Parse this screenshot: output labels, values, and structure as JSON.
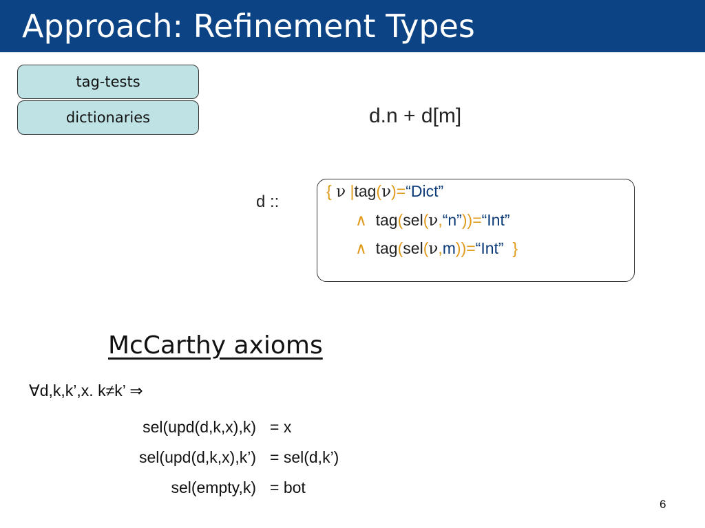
{
  "slide": {
    "title": "Approach: Refinement Types",
    "page_number": "6",
    "colors": {
      "header": "#0b4384",
      "pill_fill": "#bfe2e5",
      "accent_orange": "#e09a1a",
      "accent_blue": "#0b3a78"
    }
  },
  "pills": [
    {
      "label": "tag-tests"
    },
    {
      "label": "dictionaries"
    }
  ],
  "expression": "d.n + d[m]",
  "type_label": "d ::",
  "refinement": {
    "line1": {
      "brace_open": "{",
      "nu": "ν",
      "bar": "|",
      "fn": "tag",
      "paren_open": "(",
      "var": "ν",
      "paren_close": ")",
      "eq": "=",
      "value": "“Dict”"
    },
    "line2": {
      "and": "∧",
      "fn": "tag",
      "p1": "(",
      "sel": "sel",
      "p2": "(",
      "var": "ν",
      "comma": ",",
      "key": "“n”",
      "p3": "))",
      "eq": "=",
      "value": "“Int”"
    },
    "line3": {
      "and": "∧",
      "fn": "tag",
      "p1": "(",
      "sel": "sel",
      "p2": "(",
      "var": "ν",
      "comma": ",",
      "key": "m",
      "p3": "))",
      "eq": "=",
      "value": "“Int”",
      "brace_close": "}"
    }
  },
  "axioms": {
    "heading": "McCarthy axioms",
    "quantifier": "∀d,k,k’,x. k≠k’ ⇒",
    "rows": [
      {
        "lhs": "sel(upd(d,k,x),k)",
        "rhs": "= x"
      },
      {
        "lhs": "sel(upd(d,k,x),k’)",
        "rhs": "= sel(d,k’)"
      },
      {
        "lhs": "sel(empty,k)",
        "rhs": "= bot"
      }
    ]
  }
}
